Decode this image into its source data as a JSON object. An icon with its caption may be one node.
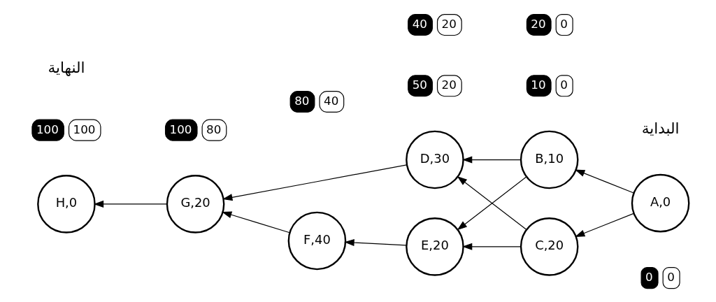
{
  "diagram": {
    "nodes": [
      {
        "text": [
          "A,0"
        ],
        "beside": [
          "0",
          "0"
        ]
      },
      {
        "text": [
          "B,10"
        ],
        "beside": [
          "10",
          "0"
        ]
      },
      {
        "text": [
          "C,20"
        ],
        "beside": [
          "20",
          "0"
        ]
      },
      {
        "text": [
          "D,30"
        ],
        "beside": [
          "50",
          "20"
        ]
      },
      {
        "text": [
          "E,20"
        ],
        "beside": [
          "40",
          "20"
        ]
      },
      {
        "text": [
          "F,40"
        ],
        "beside": [
          "80",
          "40"
        ]
      },
      {
        "text": [
          "G,20"
        ],
        "beside": [
          "100",
          "80"
        ]
      },
      {
        "text": [
          "H,0"
        ],
        "beside": [
          "100",
          "100"
        ]
      }
    ],
    "edges": [
      {
        "from": 0,
        "to": 1,
        "arrow": "to"
      },
      {
        "from": 0,
        "to": 2,
        "arrow": "to"
      },
      {
        "from": 1,
        "to": 3,
        "arrow": "to"
      },
      {
        "from": 1,
        "to": 4,
        "arrow": "to"
      },
      {
        "from": 2,
        "to": 4,
        "arrow": "to"
      },
      {
        "from": 2,
        "to": 3,
        "arrow": "to"
      },
      {
        "from": 3,
        "to": 6,
        "arrow": "to"
      },
      {
        "from": 4,
        "to": 5,
        "arrow": "to"
      },
      {
        "from": 5,
        "to": 6,
        "arrow": "to"
      },
      {
        "from": 6,
        "to": 7,
        "arrow": "to"
      }
    ],
    "labels": [
      "النهاية",
      "البداية"
    ]
  }
}
